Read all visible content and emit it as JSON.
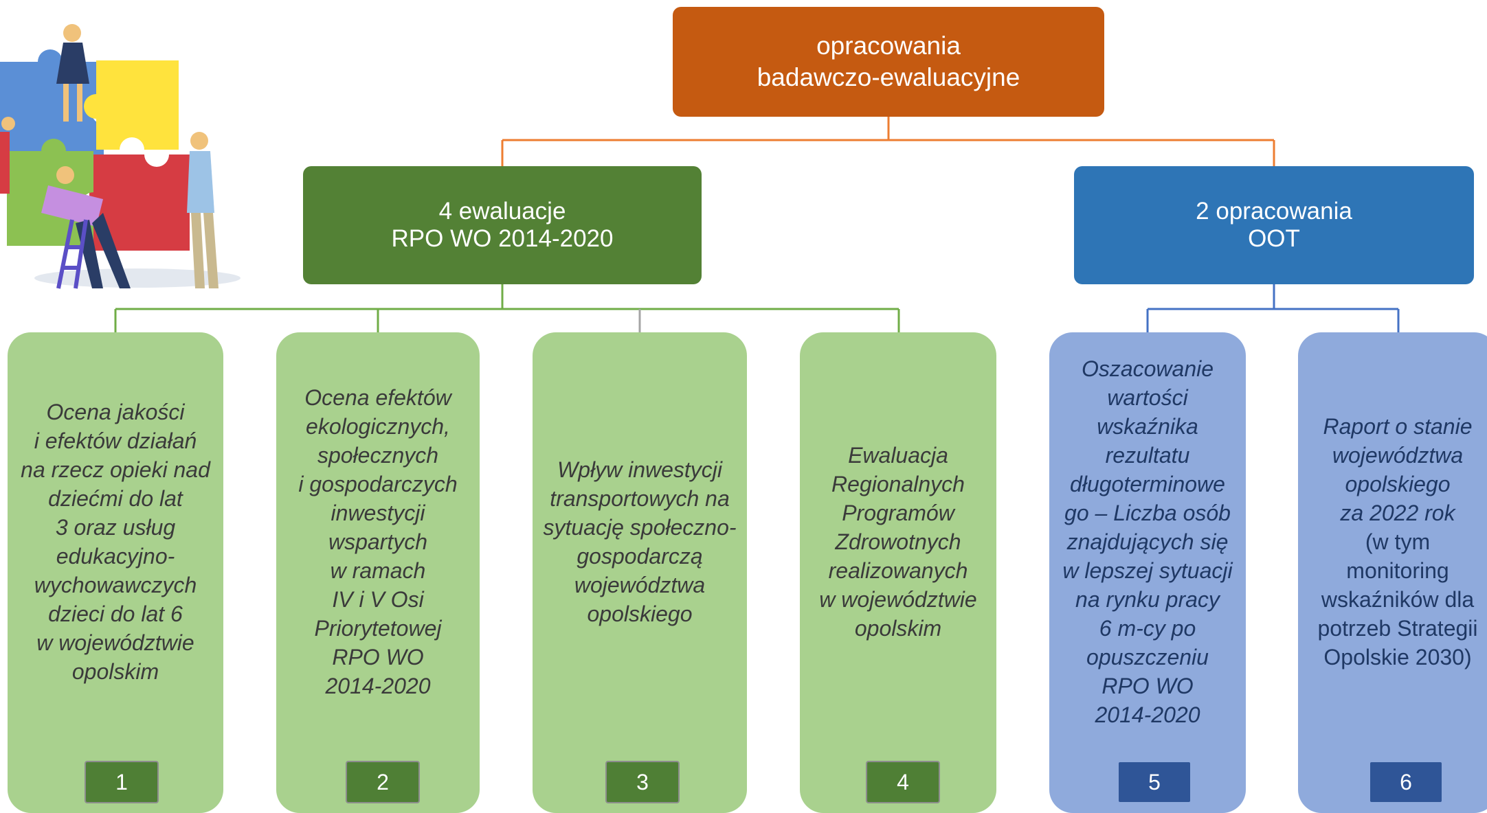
{
  "root": {
    "label": "opracowania\nbadawczo-ewaluacyjne"
  },
  "groups": [
    {
      "label": "4 ewaluacje\nRPO WO 2014-2020"
    },
    {
      "label": "2 opracowania\nOOT"
    }
  ],
  "items": [
    {
      "text": "Ocena jakości\ni efektów działań\nna rzecz opieki nad\ndziećmi do lat\n3 oraz usług\nedukacyjno-\nwychowawczych\ndzieci do lat 6\nw województwie\nopolskim",
      "number": "1"
    },
    {
      "text": "Ocena efektów\nekologicznych,\nspołecznych\ni gospodarczych\ninwestycji\nwspartych\nw ramach\nIV i V Osi\nPriorytetowej\nRPO WO\n2014-2020",
      "number": "2"
    },
    {
      "text": "Wpływ inwestycji\ntransportowych na\nsytuację społeczno-\ngospodarczą\nwojewództwa\nopolskiego",
      "number": "3"
    },
    {
      "text": "Ewaluacja\nRegionalnych\nProgramów\nZdrowotnych\nrealizowanych\nw województwie\nopolskim",
      "number": "4"
    },
    {
      "text": "Oszacowanie\nwartości\nwskaźnika\nrezultatu\ndługoterminowe\ngo – Liczba osób\nznajdujących się\nw lepszej sytuacji\nna rynku pracy\n6 m-cy po\nopuszczeniu\nRPO WO\n2014-2020",
      "number": "5"
    },
    {
      "text_italic": "Raport o stanie\nwojewództwa\nopolskiego\nza 2022 rok",
      "text_regular": "(w tym\nmonitoring\nwskaźników dla\npotrzeb Strategii\nOpolskie 2030)",
      "number": "6"
    }
  ],
  "colors": {
    "root": "#c55a11",
    "group_green": "#538135",
    "group_blue": "#2e75b6",
    "leaf_green": "#a9d18e",
    "leaf_blue": "#8faadc"
  },
  "illustration": {
    "icon": "teamwork-puzzle-illustration"
  }
}
